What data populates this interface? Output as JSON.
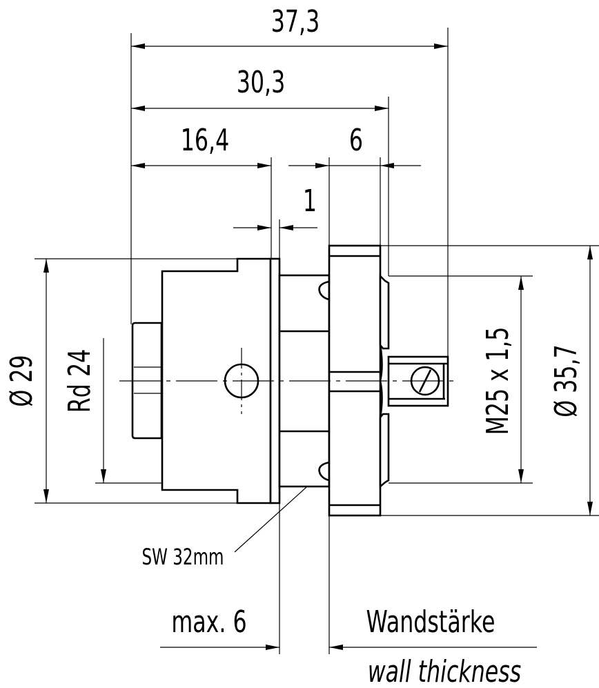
{
  "dimensions": {
    "overall_length": "37,3",
    "length_to_thread": "30,3",
    "front_length": "16,4",
    "flange_width": "6",
    "plate_gap": "1",
    "front_diameter": "Ø 29",
    "thread_front": "Rd 24",
    "thread_rear": "M25 x 1,5",
    "flange_diameter": "Ø 35,7",
    "wrench_size": "SW 32mm",
    "max_wall": "max. 6"
  },
  "labels": {
    "wall_de": "Wandstärke",
    "wall_en": "wall thickness"
  }
}
